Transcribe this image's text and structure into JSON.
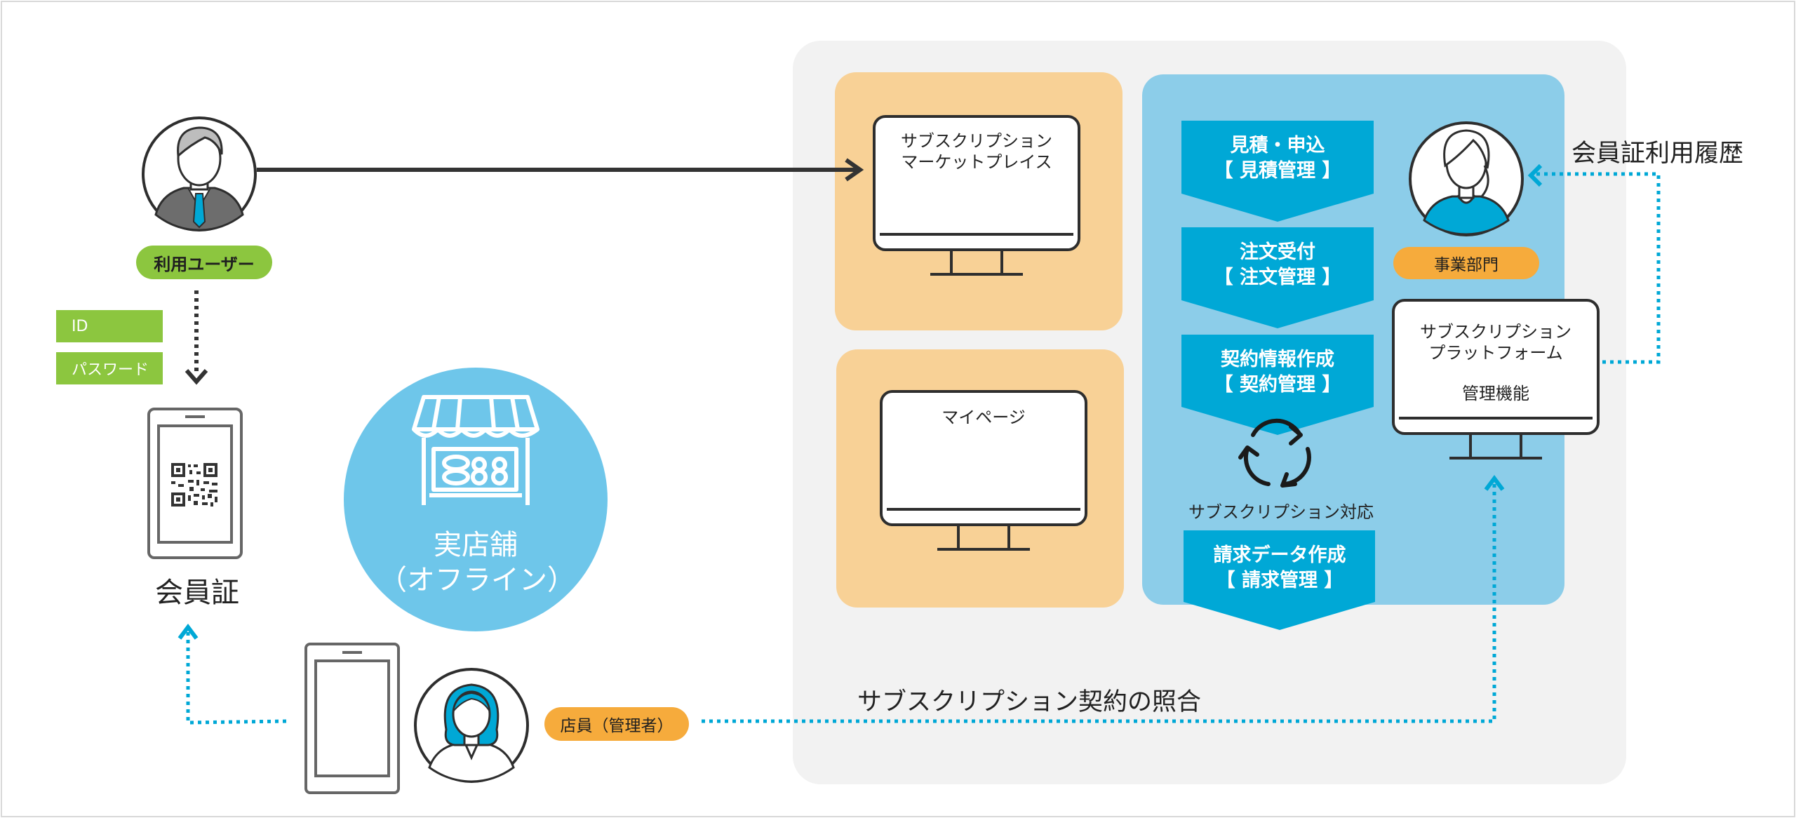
{
  "user": {
    "label": "利用ユーザー",
    "credentials": [
      "ID",
      "パスワード"
    ]
  },
  "member_card": {
    "label": "会員証"
  },
  "store": {
    "label_line1": "実店舗",
    "label_line2": "（オフライン）"
  },
  "staff": {
    "label": "店員（管理者）"
  },
  "marketplace": {
    "title_line1": "サブスクリプション",
    "title_line2": "マーケットプレイス"
  },
  "mypage": {
    "title": "マイページ"
  },
  "steps": [
    {
      "line1": "見積・申込",
      "line2": "【 見積管理 】"
    },
    {
      "line1": "注文受付",
      "line2": "【 注文管理 】"
    },
    {
      "line1": "契約情報作成",
      "line2": "【 契約管理 】"
    },
    {
      "line1": "請求データ作成",
      "line2": "【 請求管理 】"
    }
  ],
  "cycle_label": "サブスクリプション対応",
  "business": {
    "label": "事業部門"
  },
  "platform": {
    "title_line1": "サブスクリプション",
    "title_line2": "プラットフォーム",
    "subtitle": "管理機能"
  },
  "usage_history": "会員証利用履歴",
  "contract_match": "サブスクリプション契約の照合",
  "colors": {
    "green": "#8cc63f",
    "orange": "#f6ab3c",
    "peach": "#f8d196",
    "light_blue": "#8ccde9",
    "cyan": "#00a8d6",
    "circle_blue": "#6ec6ea",
    "panel_gray": "#f2f2f2",
    "dark": "#333333"
  }
}
